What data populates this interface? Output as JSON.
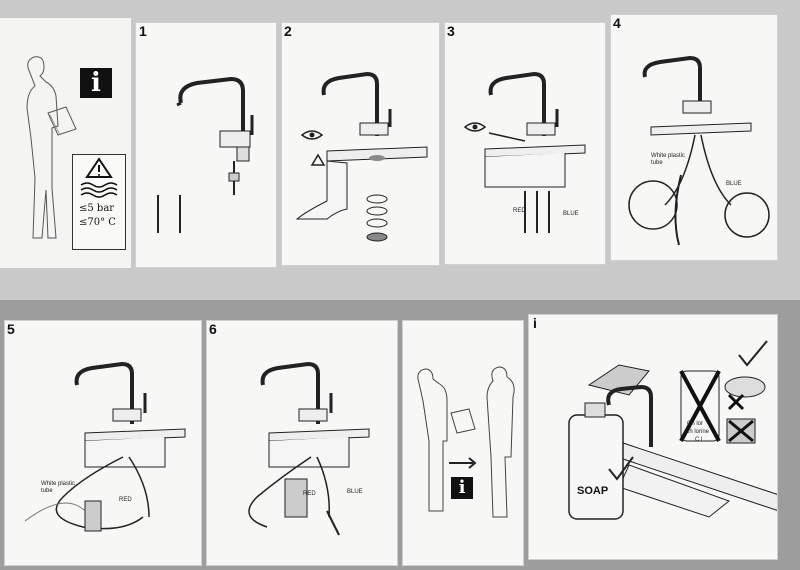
{
  "steps": {
    "s1": "1",
    "s2": "2",
    "s3": "3",
    "s4": "4",
    "s5": "5",
    "s6": "6",
    "si": "i"
  },
  "info_symbol": "i",
  "warning": {
    "pressure": "≤5 bar",
    "temperature": "≤70° C"
  },
  "labels": {
    "red": "RED",
    "blue": "BLUE",
    "white_plastic_tube": "White plastic tube",
    "soap": "SOAP",
    "chlor": "Ch lor",
    "chlorine": "Ch lorine",
    "cl": "C l"
  },
  "icons": [
    "info-icon",
    "warning-icon",
    "eye-icon",
    "arrow-right-icon",
    "check-icon",
    "cross-icon"
  ]
}
